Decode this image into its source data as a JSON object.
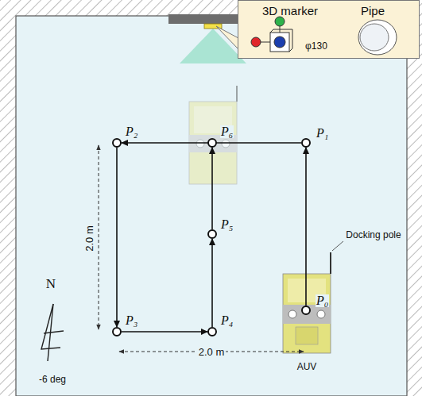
{
  "diagram": {
    "nodes": [
      {
        "text": [
          "3D marker",
          "Pipe",
          "φ130"
        ]
      },
      {
        "text": [
          "P₀"
        ]
      },
      {
        "text": [
          "P₁"
        ]
      },
      {
        "text": [
          "P₂"
        ]
      },
      {
        "text": [
          "P₃"
        ]
      },
      {
        "text": [
          "P₄"
        ]
      },
      {
        "text": [
          "P₅"
        ]
      },
      {
        "text": [
          "P₆"
        ]
      }
    ],
    "edges": [
      {
        "from": 1,
        "to": 2,
        "arrow": "to"
      },
      {
        "from": 2,
        "to": 3,
        "arrow": "to"
      },
      {
        "from": 3,
        "to": 4,
        "arrow": "to"
      },
      {
        "from": 4,
        "to": 5,
        "arrow": "to"
      },
      {
        "from": 5,
        "to": 6,
        "arrow": "to"
      },
      {
        "from": 6,
        "to": 7,
        "arrow": "to"
      }
    ],
    "labels": [
      "2.0 m",
      "2.0 m",
      "N",
      "-6 deg",
      "Docking pole",
      "AUV"
    ]
  }
}
